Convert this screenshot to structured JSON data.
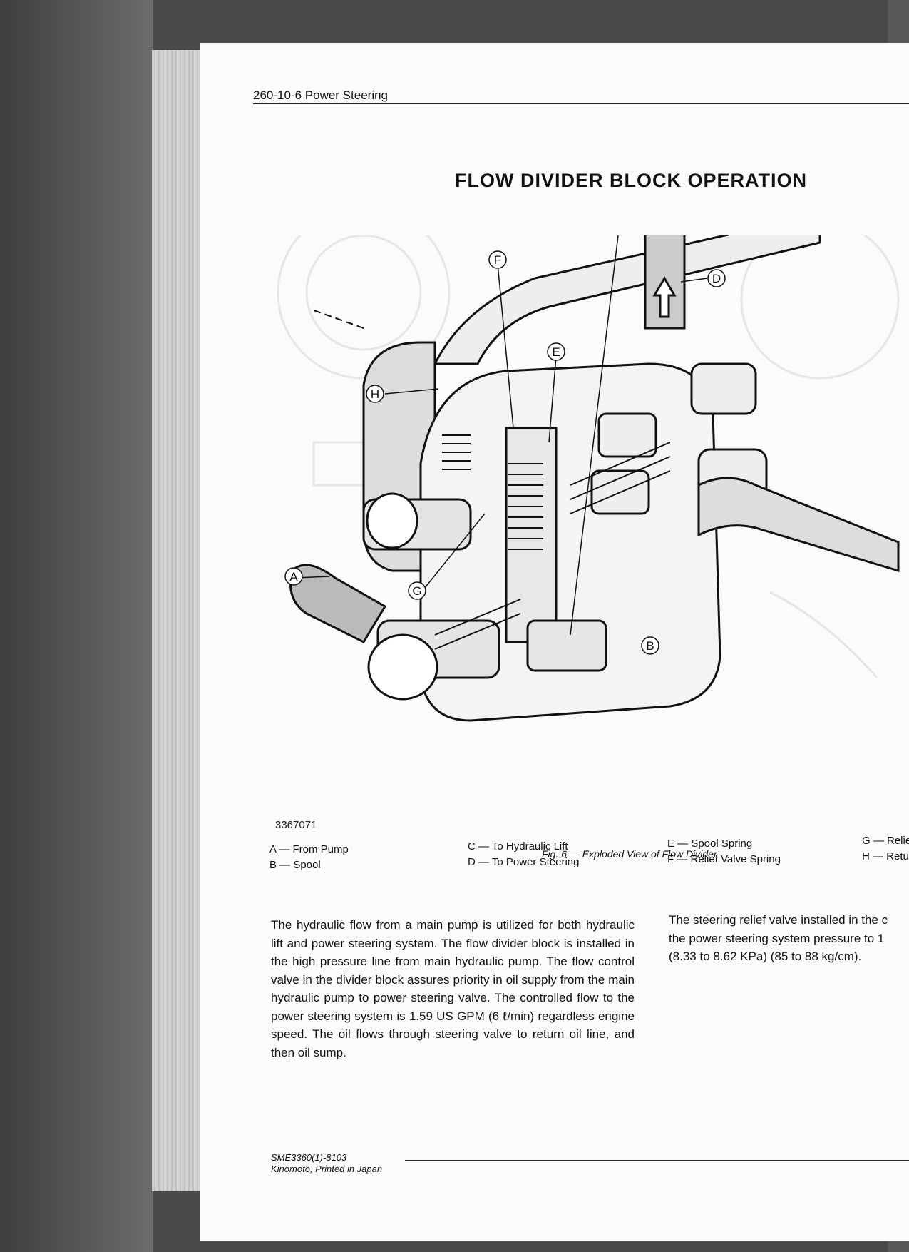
{
  "header": {
    "title": "260-10-6  Power Steering"
  },
  "section_title": "FLOW DIVIDER BLOCK OPERATION",
  "figure": {
    "number": "3367071",
    "callouts": [
      "A",
      "B",
      "D",
      "E",
      "F",
      "G",
      "H"
    ],
    "caption": "Fig. 6 — Exploded View of Flow Divider",
    "legend": {
      "col1": [
        "A — From Pump",
        "B — Spool"
      ],
      "col2": [
        "C — To Hydraulic Lift",
        "D — To Power Steering"
      ],
      "col3": [
        "E — Spool Spring",
        "F — Relief Valve Spring"
      ],
      "col4": [
        "G — Relie",
        "H — Retu"
      ]
    }
  },
  "body": {
    "left": "The hydraulic flow from a main pump is utilized for both hydraulic lift and power steering system.  The flow divider block is installed in the high pressure line from main hydraulic pump.  The flow control valve in the divider block assures priority in oil supply from the main hydraulic pump to power steering valve.  The controlled flow to the power steering system is 1.59 US GPM (6 ℓ/min) regardless engine speed.  The oil flows through steering valve to return oil line, and then oil sump.",
    "right_lines": [
      "The steering relief valve installed in the c",
      "the power steering system pressure to 1",
      "(8.33 to 8.62 KPa) (85 to 88 kg/cm)."
    ]
  },
  "footer": {
    "line1": "SME3360(1)-8103",
    "line2": "Kinomoto, Printed in Japan"
  }
}
